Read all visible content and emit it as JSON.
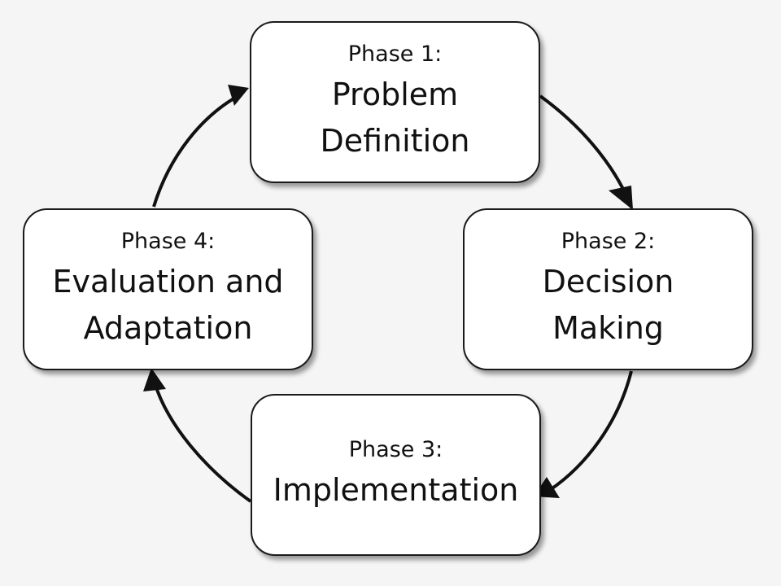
{
  "phases": [
    {
      "phase": "Phase 1:",
      "title": "Problem Definition"
    },
    {
      "phase": "Phase 2:",
      "title": "Decision Making"
    },
    {
      "phase": "Phase 3:",
      "title": "Implementation"
    },
    {
      "phase": "Phase 4:",
      "title": "Evaluation and Adaptation"
    }
  ],
  "colors": {
    "background": "#f5f5f5",
    "box_fill": "#ffffff",
    "stroke": "#1a1a1a"
  }
}
